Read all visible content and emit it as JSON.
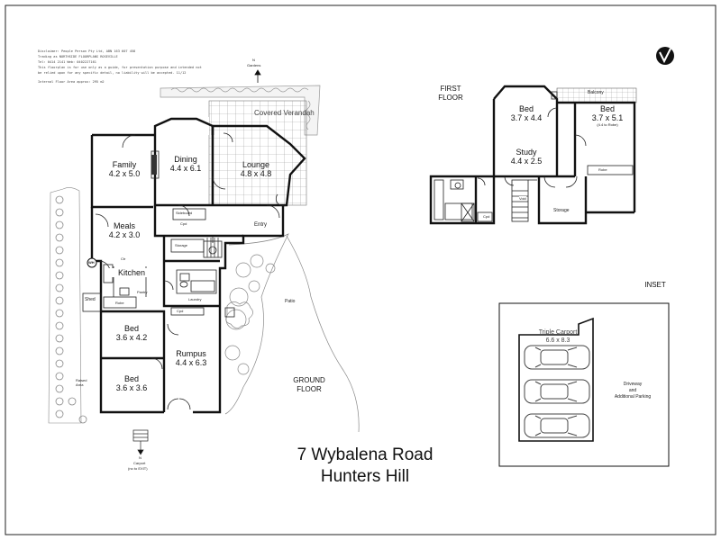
{
  "disclaimer": {
    "lines": [
      "Disclaimer: People Person Pty Ltd, ABN 163 607 458",
      "Trading as NORTHSIDE FLOORPLANS ROSEVILLE",
      "Tel: 0414 2141      Web: 0402227161",
      "This floorplan is for use only as a guide, for presentation purpose and intended not",
      "be relied upon for any specific detail, no liability will be accepted.  11/12"
    ],
    "internal_area": "Internal Floor Area approx: 295 m2"
  },
  "logo": {
    "icon": "circle-v-logo-icon"
  },
  "compass": {
    "top_label": "N",
    "top_sub": "Gardens",
    "bottom_label": "N",
    "bottom_sub": "Carport",
    "bottom_sub2": "(no to EXIT)"
  },
  "ground_floor": {
    "label_line1": "GROUND",
    "label_line2": "FLOOR",
    "rooms": [
      {
        "name": "Family",
        "size": "4.2 x 5.0"
      },
      {
        "name": "Dining",
        "size": "4.4 x 6.1"
      },
      {
        "name": "Lounge",
        "size": "4.8 x 4.8"
      },
      {
        "name": "Meals",
        "size": "4.2 x 3.0"
      },
      {
        "name": "Kitchen",
        "size": ""
      },
      {
        "name": "Bed",
        "size": "3.6 x 4.2"
      },
      {
        "name": "Bed",
        "size": "3.6 x 3.6"
      },
      {
        "name": "Rumpus",
        "size": "4.4 x 6.3"
      }
    ],
    "labels": {
      "covered_verandah": "Covered Verandah",
      "entry": "Entry",
      "sideboard": "Sideboard",
      "cpd1": "Cpd",
      "storage": "Storage",
      "pantry": "Pantry",
      "robe": "Robe",
      "shed": "Shed",
      "laundry": "Laundry",
      "cpd2": "Cpd",
      "patio": "Patio",
      "raised_area": "Raised Area",
      "wh": "WH",
      "ctr": "Ctr"
    }
  },
  "first_floor": {
    "label_line1": "FIRST",
    "label_line2": "FLOOR",
    "rooms": [
      {
        "name": "Bed",
        "size": "3.7 x 4.4",
        "note": ""
      },
      {
        "name": "Bed",
        "size": "3.7 x 5.1",
        "note": "(4.4 to Robe)"
      },
      {
        "name": "Study",
        "size": "4.4 x 2.5",
        "note": ""
      }
    ],
    "labels": {
      "balcony": "Balcony",
      "robe": "Robe",
      "void": "Void",
      "cpd": "Cpd",
      "storage": "Storage"
    }
  },
  "inset": {
    "label": "INSET",
    "carport_name": "Triple Carport",
    "carport_size": "6.6 x 8.3",
    "driveway_line1": "Driveway",
    "driveway_line2": "and",
    "driveway_line3": "Additional Parking"
  },
  "address": {
    "line1": "7 Wybalena Road",
    "line2": "Hunters Hill"
  }
}
